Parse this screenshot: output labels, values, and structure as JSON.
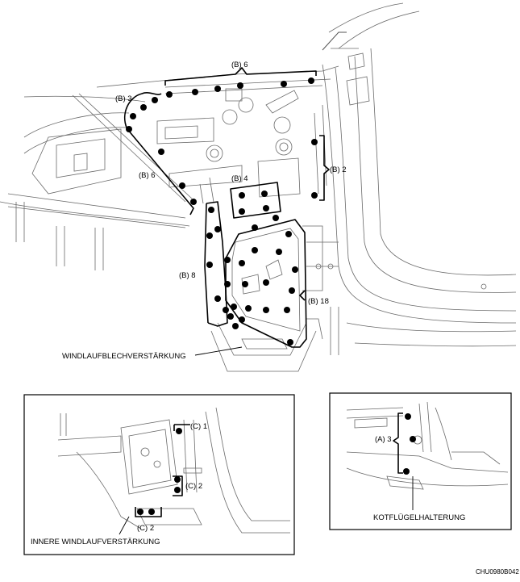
{
  "labels": {
    "b6_top": "(B) 6",
    "b3": "(B) 3",
    "b6_left": "(B) 6",
    "b4": "(B) 4",
    "b2": "(B) 2",
    "b8": "(B) 8",
    "b18": "(B) 18",
    "windlauf": "WINDLAUFBLECHVERSTÄRKUNG",
    "c1": "(C) 1",
    "c2_right": "(C) 2",
    "c2_bottom": "(C) 2",
    "innere": "INNERE WINDLAUFVERSTÄRKUNG",
    "a3": "(A) 3",
    "kotfluegel": "KOTFLÜGELHALTERUNG",
    "code": "CHU0980B042"
  }
}
